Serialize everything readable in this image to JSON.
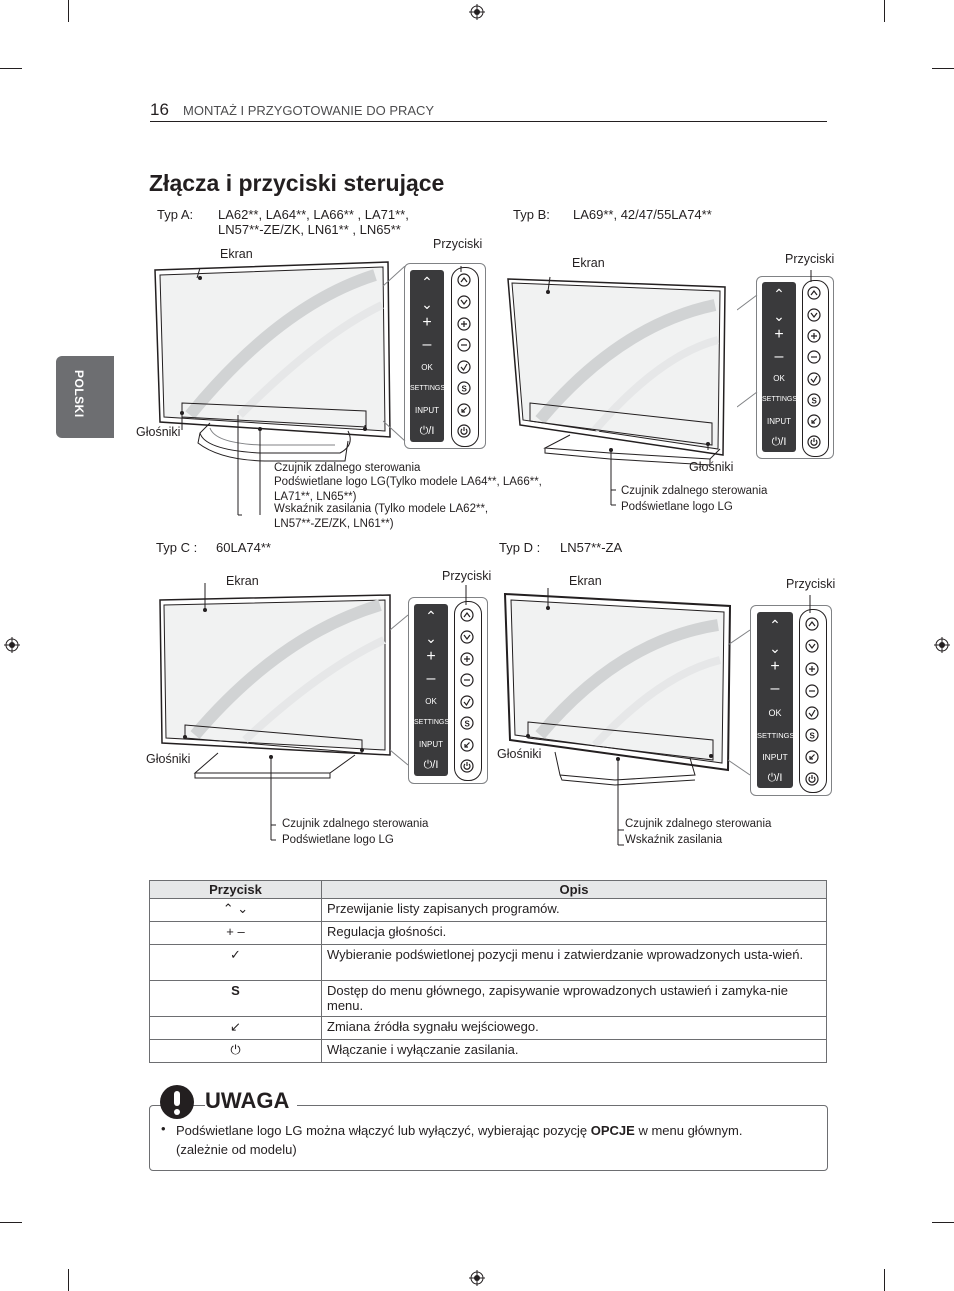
{
  "header": {
    "page_number": "16",
    "section": "MONTAŻ I PRZYGOTOWANIE DO PRACY"
  },
  "side_tab": "POLSKI",
  "title": "Złącza i przyciski sterujące",
  "type_a": {
    "label": "Typ A:",
    "models_line1": "LA62**, LA64**, LA66** , LA71**,",
    "models_line2": "LN57**-ZE/ZK, LN61** , LN65**",
    "screen": "Ekran",
    "buttons": "Przyciski",
    "speakers": "Głośniki",
    "callout1": "Czujnik zdalnego sterowania",
    "callout2a": "Podświetlane logo LG(Tylko modele LA64**, LA66**,",
    "callout2b": "LA71**, LN65**)",
    "callout3a": "Wskaźnik zasilania (Tylko modele LA62**,",
    "callout3b": "LN57**-ZE/ZK, LN61**)"
  },
  "type_b": {
    "label": "Typ B:",
    "models": "LA69**, 42/47/55LA74**",
    "screen": "Ekran",
    "buttons": "Przyciski",
    "speakers": "Głośniki",
    "callout1": "Czujnik zdalnego sterowania",
    "callout2": "Podświetlane logo LG"
  },
  "type_c": {
    "label": "Typ C :",
    "models": "60LA74**",
    "screen": "Ekran",
    "buttons": "Przyciski",
    "speakers": "Głośniki",
    "callout1": "Czujnik zdalnego sterowania",
    "callout2": "Podświetlane logo LG"
  },
  "type_d": {
    "label": "Typ D :",
    "models": "LN57**-ZA",
    "screen": "Ekran",
    "buttons": "Przyciski",
    "speakers": "Głośniki",
    "callout1": "Czujnik zdalnego sterowania",
    "callout2": "Wskaźnik zasilania"
  },
  "panel_labels": {
    "ok": "OK",
    "settings": "SETTINGS",
    "input": "INPUT",
    "power": "⏻/I"
  },
  "table": {
    "headers": [
      "Przycisk",
      "Opis"
    ],
    "rows": [
      {
        "symbol": "⌃ ⌄",
        "icon": "up-down-chevrons-icon",
        "desc": "Przewijanie listy zapisanych programów."
      },
      {
        "symbol": "+ –",
        "icon": "plus-minus-icon",
        "desc": "Regulacja głośności."
      },
      {
        "symbol": "✓",
        "icon": "check-icon",
        "desc": "Wybieranie podświetlonej pozycji menu i zatwierdzanie wprowadzonych usta-wień."
      },
      {
        "symbol": "S",
        "icon": "settings-s-icon",
        "desc": "Dostęp do menu głównego, zapisywanie wprowadzonych ustawień i zamyka-nie menu."
      },
      {
        "symbol": "↙",
        "icon": "input-arrow-icon",
        "desc": "Zmiana źródła sygnału wejściowego."
      },
      {
        "symbol": "⏻",
        "icon": "power-icon",
        "desc": "Włączanie i wyłączanie zasilania."
      }
    ]
  },
  "note": {
    "title": "UWAGA",
    "text_before": "Podświetlane logo LG można włączyć lub wyłączyć, wybierając pozycję ",
    "text_bold": "OPCJE",
    "text_after": " w menu głównym. (zależnie od modelu)"
  }
}
